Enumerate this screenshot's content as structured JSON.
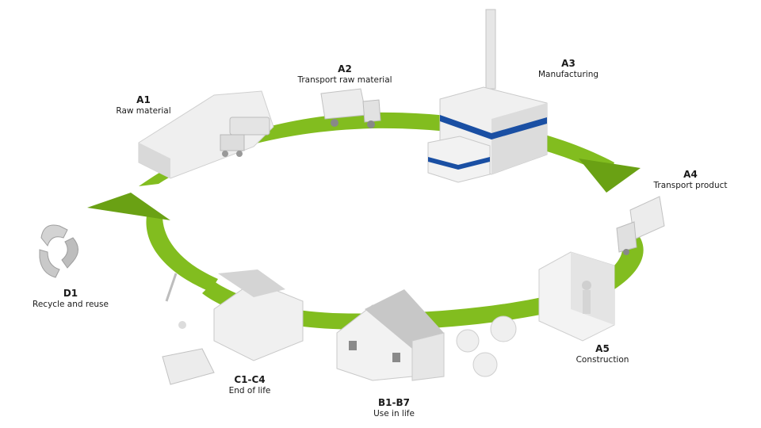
{
  "colors": {
    "cycle_green": "#82bd1f",
    "dark_green": "#6aa114",
    "accent_blue": "#1a4fa3",
    "object_gray": "#e9e9e9",
    "shadow_gray": "#c8c8c8"
  },
  "stages": [
    {
      "code": "A1",
      "name": "Raw material",
      "icon": "quarry-excavator-icon"
    },
    {
      "code": "A2",
      "name": "Transport raw material",
      "icon": "dump-truck-icon"
    },
    {
      "code": "A3",
      "name": "Manufacturing",
      "icon": "factory-icon"
    },
    {
      "code": "A4",
      "name": "Transport product",
      "icon": "delivery-truck-icon"
    },
    {
      "code": "A5",
      "name": "Construction",
      "icon": "construction-worker-icon"
    },
    {
      "code": "B1-B7",
      "name": "Use in life",
      "icon": "house-icon"
    },
    {
      "code": "C1-C4",
      "name": "End of life",
      "icon": "demolition-icon"
    },
    {
      "code": "D1",
      "name": "Recycle and reuse",
      "icon": "recycle-icon"
    }
  ]
}
